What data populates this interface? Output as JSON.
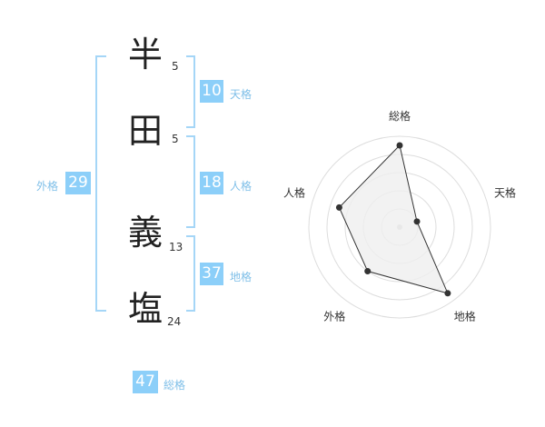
{
  "name": {
    "chars": [
      {
        "char": "半",
        "strokes": "5"
      },
      {
        "char": "田",
        "strokes": "5"
      },
      {
        "char": "義",
        "strokes": "13"
      },
      {
        "char": "塩",
        "strokes": "24"
      }
    ]
  },
  "fortunes": {
    "tenkaku": {
      "value": "10",
      "label": "天格"
    },
    "jinkaku": {
      "value": "18",
      "label": "人格"
    },
    "chikaku": {
      "value": "37",
      "label": "地格"
    },
    "gaikaku": {
      "value": "29",
      "label": "外格"
    },
    "soukaku": {
      "value": "47",
      "label": "総格"
    }
  },
  "chart_data": {
    "type": "radar",
    "axes": [
      "総格",
      "天格",
      "地格",
      "外格",
      "人格"
    ],
    "values": [
      4.5,
      1,
      4.5,
      3,
      3.5
    ],
    "max": 5,
    "colors": {
      "fill": "#efefef",
      "line": "#333333",
      "ring": "#dddddd",
      "point": "#333333"
    }
  }
}
